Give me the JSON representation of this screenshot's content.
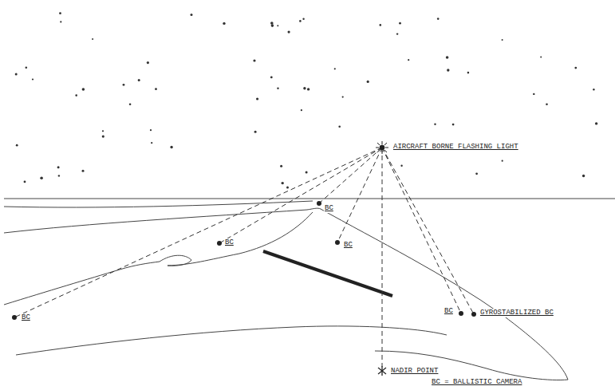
{
  "diagram": {
    "labels": [
      "AIRCRAFT BORNE FLASHING LIGHT",
      "BC",
      "BC",
      "BC",
      "BC",
      "BC",
      "GYROSTABILIZED BC",
      "NADIR POINT",
      "BC = BALLISTIC CAMERA"
    ]
  }
}
